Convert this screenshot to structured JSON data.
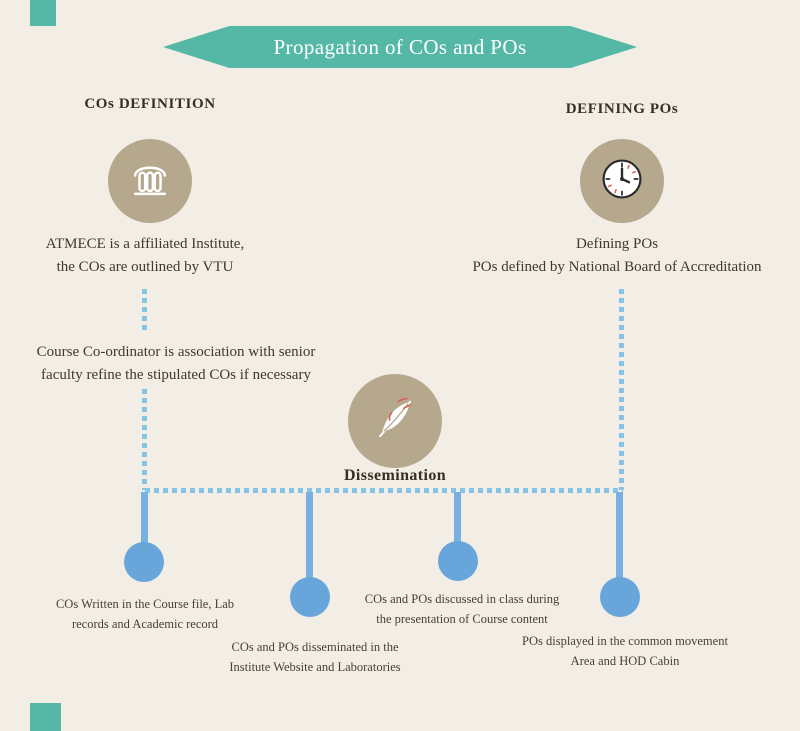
{
  "colors": {
    "background": "#f2ede5",
    "teal_accent": "#55b8a6",
    "tan_circle": "#b5a88c",
    "blue_node": "#68a5db",
    "dashed_line_blue": "#85c4e7",
    "text_brown": "#3d332a"
  },
  "banner": {
    "title": "Propagation of COs and POs"
  },
  "left_section": {
    "heading": "COs DEFINITION",
    "icon": "bank-icon",
    "desc_lines": [
      "ATMECE is a affiliated Institute,",
      "the COs are outlined by VTU"
    ],
    "note_lines": [
      "Course Co-ordinator is association with senior",
      "faculty refine the stipulated COs if necessary"
    ]
  },
  "right_section": {
    "heading": "DEFINING POs",
    "icon": "clock-icon",
    "desc_lines": [
      "Defining POs",
      "POs defined by National Board of Accreditation"
    ]
  },
  "center_section": {
    "label": "Dissemination",
    "icon": "quill-icon"
  },
  "outcomes": [
    {
      "lines": [
        "COs Written in the Course file, Lab",
        "records and Academic record"
      ]
    },
    {
      "lines": [
        "COs and POs disseminated in the",
        "Institute Website and Laboratories"
      ]
    },
    {
      "lines": [
        "COs and POs discussed in class during",
        "the presentation of Course content"
      ]
    },
    {
      "lines": [
        "POs displayed in the common movement",
        "Area and HOD Cabin"
      ]
    }
  ]
}
